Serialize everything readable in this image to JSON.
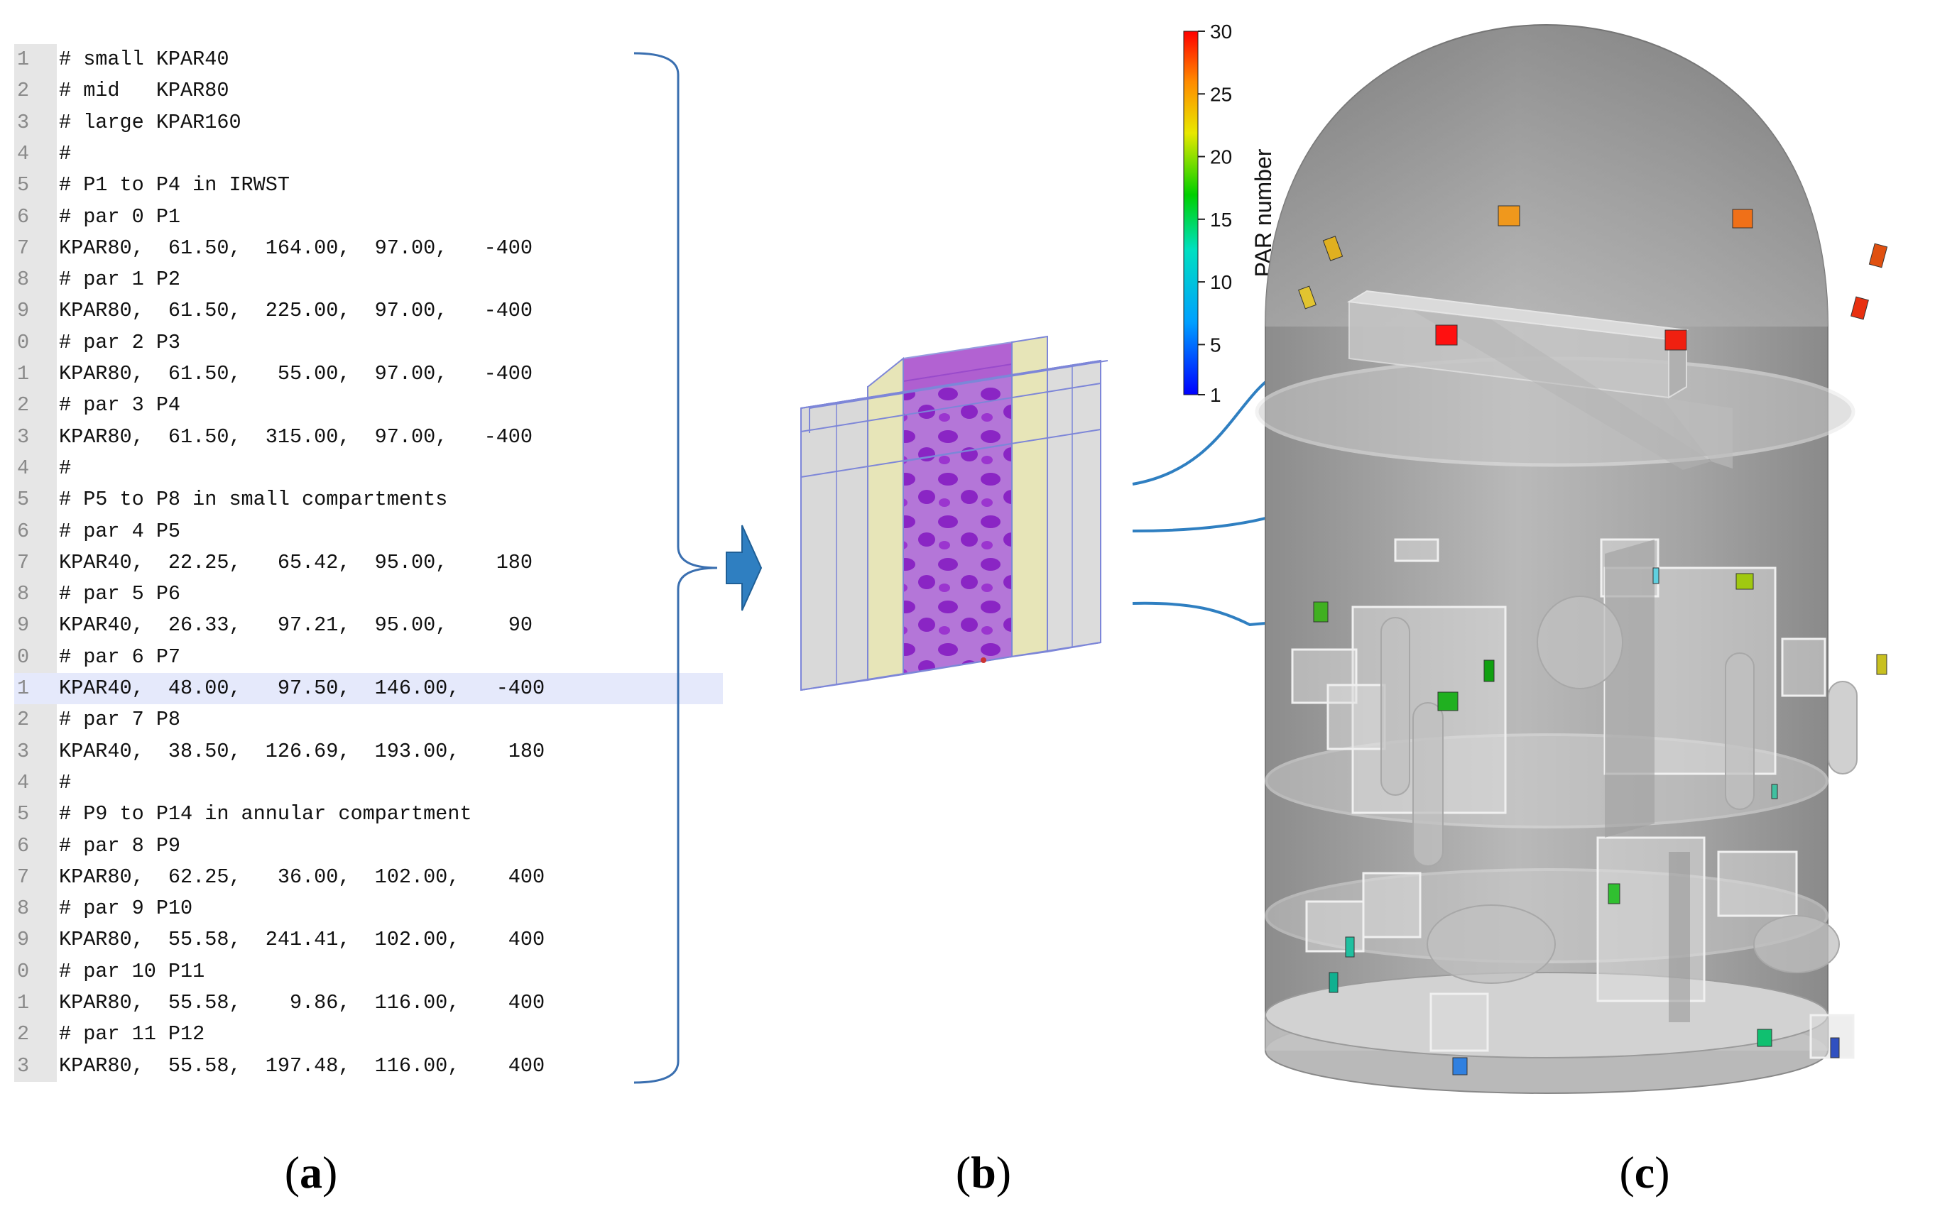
{
  "code_editor": {
    "lines": [
      {
        "n": "1",
        "text": "# small KPAR40"
      },
      {
        "n": "2",
        "text": "# mid   KPAR80"
      },
      {
        "n": "3",
        "text": "# large KPAR160"
      },
      {
        "n": "4",
        "text": "#"
      },
      {
        "n": "5",
        "text": "# P1 to P4 in IRWST"
      },
      {
        "n": "6",
        "text": "# par 0 P1"
      },
      {
        "n": "7",
        "text": "KPAR80,  61.50,  164.00,  97.00,   -400"
      },
      {
        "n": "8",
        "text": "# par 1 P2"
      },
      {
        "n": "9",
        "text": "KPAR80,  61.50,  225.00,  97.00,   -400"
      },
      {
        "n": "0",
        "text": "# par 2 P3"
      },
      {
        "n": "1",
        "text": "KPAR80,  61.50,   55.00,  97.00,   -400"
      },
      {
        "n": "2",
        "text": "# par 3 P4"
      },
      {
        "n": "3",
        "text": "KPAR80,  61.50,  315.00,  97.00,   -400"
      },
      {
        "n": "4",
        "text": "#"
      },
      {
        "n": "5",
        "text": "# P5 to P8 in small compartments"
      },
      {
        "n": "6",
        "text": "# par 4 P5"
      },
      {
        "n": "7",
        "text": "KPAR40,  22.25,   65.42,  95.00,    180"
      },
      {
        "n": "8",
        "text": "# par 5 P6"
      },
      {
        "n": "9",
        "text": "KPAR40,  26.33,   97.21,  95.00,     90"
      },
      {
        "n": "0",
        "text": "# par 6 P7"
      },
      {
        "n": "1",
        "text": "KPAR40,  48.00,   97.50,  146.00,   -400"
      },
      {
        "n": "2",
        "text": "# par 7 P8"
      },
      {
        "n": "3",
        "text": "KPAR40,  38.50,  126.69,  193.00,    180"
      },
      {
        "n": "4",
        "text": "#"
      },
      {
        "n": "5",
        "text": "# P9 to P14 in annular compartment"
      },
      {
        "n": "6",
        "text": "# par 8 P9"
      },
      {
        "n": "7",
        "text": "KPAR80,  62.25,   36.00,  102.00,    400"
      },
      {
        "n": "8",
        "text": "# par 9 P10"
      },
      {
        "n": "9",
        "text": "KPAR80,  55.58,  241.41,  102.00,    400"
      },
      {
        "n": "0",
        "text": "# par 10 P11"
      },
      {
        "n": "1",
        "text": "KPAR80,  55.58,    9.86,  116.00,    400"
      },
      {
        "n": "2",
        "text": "# par 11 P12"
      },
      {
        "n": "3",
        "text": "KPAR80,  55.58,  197.48,  116.00,    400"
      }
    ],
    "highlighted_line_index": 20
  },
  "colorbar": {
    "title": "PAR number",
    "ticks": [
      "30",
      "25",
      "20",
      "15",
      "10",
      "5",
      "1"
    ]
  },
  "panel_labels": {
    "a_open": "(",
    "a_letter": "a",
    "a_close": ")",
    "b_open": "(",
    "b_letter": "b",
    "b_close": ")",
    "c_open": "(",
    "c_letter": "c",
    "c_close": ")"
  },
  "colors": {
    "bracket": "#3a6fb0",
    "arrow": "#2f7fc1",
    "block_arrow": "#2f7fc1",
    "dome": "#a9a9a9",
    "purple": "#a03cc8",
    "yellow": "#e7e5b8"
  }
}
